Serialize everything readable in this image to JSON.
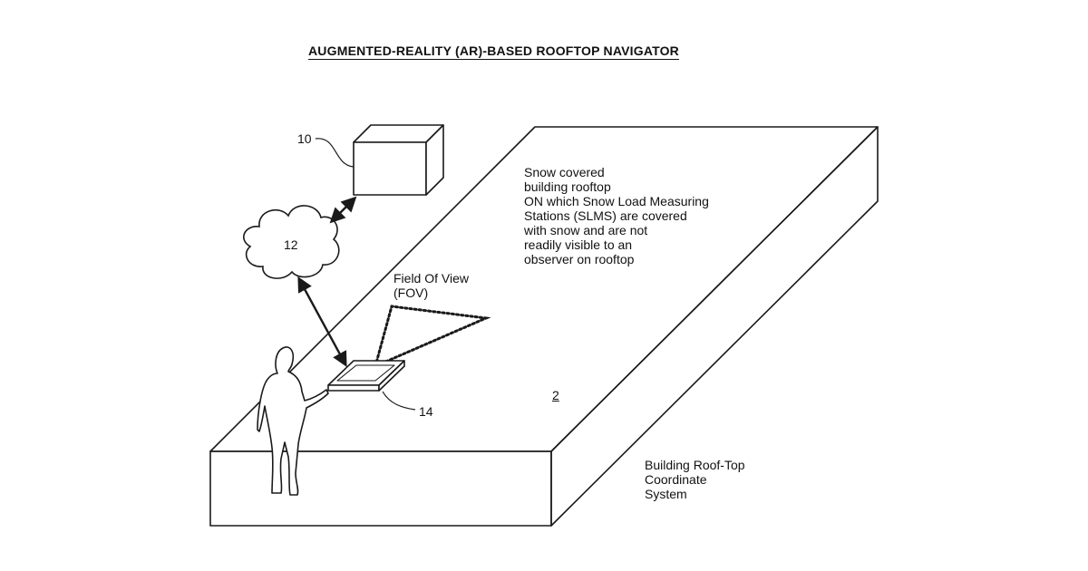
{
  "title": "AUGMENTED-REALITY (AR)-BASED ROOFTOP NAVIGATOR",
  "labels": {
    "server_ref": "10",
    "cloud_ref": "12",
    "device_ref": "14",
    "roof_ref": "2",
    "fov_label": "Field Of View\n(FOV)",
    "roof_description": "Snow covered\nbuilding rooftop\nON which Snow Load Measuring\nStations (SLMS) are covered\nwith snow and are not\nreadily visible to an\nobserver on rooftop",
    "coordinate_system": "Building Roof-Top\nCoordinate\nSystem"
  },
  "colors": {
    "line": "#1a1a1a",
    "background": "#ffffff"
  }
}
